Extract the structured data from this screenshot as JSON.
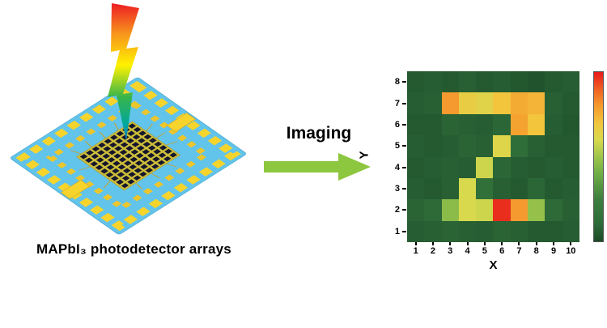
{
  "left_panel": {
    "caption": "MAPbI₃ photodetector arrays"
  },
  "arrow": {
    "label": "Imaging"
  },
  "palette": {
    "arrow_green": "#8dc63f",
    "chip_blue": "#62c4ea",
    "pad_gold": "#f6d42c",
    "pixel_dark": "#16162c"
  },
  "chart_data": {
    "type": "heatmap",
    "xlabel": "X",
    "ylabel": "Y",
    "x_ticks": [
      1,
      2,
      3,
      4,
      5,
      6,
      7,
      8,
      9,
      10
    ],
    "y_ticks_top_to_bottom": [
      8,
      7,
      6,
      5,
      4,
      3,
      2,
      1
    ],
    "value_range": [
      0,
      1
    ],
    "legend": "colorbar-right, red=high photocurrent, dark green=low",
    "values_top_to_bottom": [
      [
        0.05,
        0.06,
        0.05,
        0.07,
        0.05,
        0.06,
        0.04,
        0.03,
        0.05,
        0.06
      ],
      [
        0.06,
        0.07,
        0.8,
        0.66,
        0.63,
        0.7,
        0.76,
        0.74,
        0.07,
        0.05
      ],
      [
        0.05,
        0.05,
        0.08,
        0.07,
        0.06,
        0.09,
        0.78,
        0.7,
        0.06,
        0.04
      ],
      [
        0.06,
        0.05,
        0.06,
        0.08,
        0.07,
        0.62,
        0.12,
        0.07,
        0.05,
        0.05
      ],
      [
        0.05,
        0.06,
        0.07,
        0.06,
        0.58,
        0.09,
        0.06,
        0.05,
        0.06,
        0.05
      ],
      [
        0.06,
        0.05,
        0.07,
        0.6,
        0.14,
        0.07,
        0.05,
        0.09,
        0.05,
        0.06
      ],
      [
        0.08,
        0.1,
        0.46,
        0.6,
        0.58,
        0.97,
        0.8,
        0.48,
        0.1,
        0.07
      ],
      [
        0.06,
        0.07,
        0.08,
        0.07,
        0.06,
        0.08,
        0.07,
        0.05,
        0.05,
        0.06
      ]
    ],
    "colormap_stops": [
      [
        0.0,
        "#1c4a28"
      ],
      [
        0.1,
        "#2d6a38"
      ],
      [
        0.25,
        "#3f7f3f"
      ],
      [
        0.4,
        "#6fae46"
      ],
      [
        0.5,
        "#9ec54b"
      ],
      [
        0.6,
        "#d9d94e"
      ],
      [
        0.7,
        "#f2c53d"
      ],
      [
        0.8,
        "#f59a2e"
      ],
      [
        0.9,
        "#ef6022"
      ],
      [
        1.0,
        "#e8191c"
      ]
    ]
  }
}
